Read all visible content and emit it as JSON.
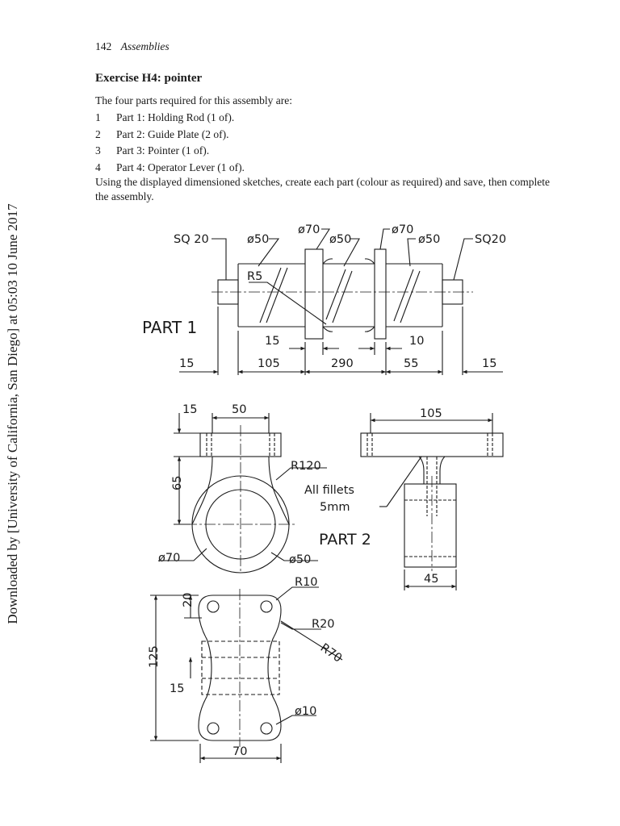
{
  "header": {
    "page_number": "142",
    "section": "Assemblies"
  },
  "exercise": {
    "title": "Exercise H4: pointer",
    "intro": "The four parts required for this assembly are:",
    "parts": [
      {
        "num": "1",
        "text": "Part 1: Holding Rod (1 of)."
      },
      {
        "num": "2",
        "text": "Part 2: Guide Plate (2 of)."
      },
      {
        "num": "3",
        "text": "Part 3: Pointer (1 of)."
      },
      {
        "num": "4",
        "text": "Part 4: Operator Lever (1 of)."
      }
    ],
    "instructions": "Using the displayed dimensioned sketches, create each part (colour as required) and save, then complete the assembly."
  },
  "sidebar_text": "Downloaded by [University of California, San Diego] at 05:03 10 June 2017",
  "drawing": {
    "part1": {
      "label": "PART 1",
      "callouts": {
        "sq20_left": "SQ 20",
        "d50_a": "ø50",
        "d70_a": "ø70",
        "d50_b": "ø50",
        "d70_b": "ø70",
        "d50_c": "ø50",
        "sq20_right": "SQ20",
        "r5": "R5"
      },
      "dims": {
        "top_15": "15",
        "top_10": "10",
        "d15_left": "15",
        "d105": "105",
        "d290": "290",
        "d55": "55",
        "d15_right": "15"
      }
    },
    "part2": {
      "label": "PART 2",
      "dims": {
        "d15": "15",
        "d50": "50",
        "d65": "65",
        "d105": "105",
        "d45": "45"
      },
      "callouts": {
        "r120": "R120",
        "d70": "ø70",
        "d50": "ø50",
        "fillets_1": "All fillets",
        "fillets_2": "5mm"
      }
    },
    "part3": {
      "dims": {
        "d20": "20",
        "d125": "125",
        "d15": "15",
        "d70": "70"
      },
      "callouts": {
        "r10": "R10",
        "r20": "R20",
        "r70": "R70",
        "d10": "ø10"
      }
    }
  }
}
